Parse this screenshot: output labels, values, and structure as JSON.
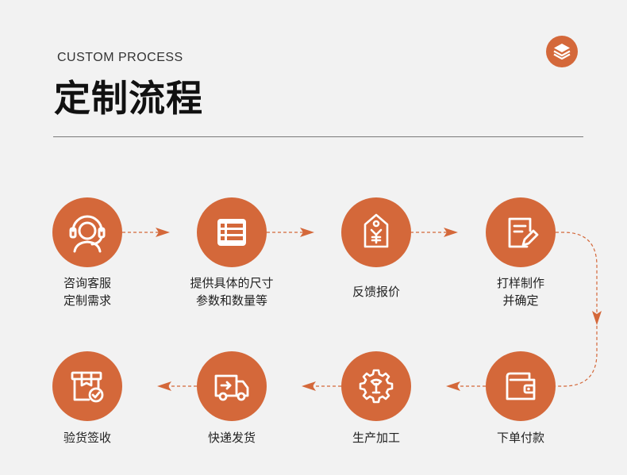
{
  "header": {
    "subtitle": "CUSTOM PROCESS",
    "title": "定制流程",
    "badge_icon": "layers-icon"
  },
  "colors": {
    "accent": "#d4683a",
    "background": "#f2f2f2",
    "icon_stroke": "#ffffff",
    "connector": "#d4683a"
  },
  "steps": [
    {
      "line1": "咨询客服",
      "line2": "定制需求",
      "icon": "customer-service-icon"
    },
    {
      "line1": "提供具体的尺寸",
      "line2": "参数和数量等",
      "icon": "spec-list-icon"
    },
    {
      "line1": "反馈报价",
      "line2": "",
      "icon": "price-tag-icon"
    },
    {
      "line1": "打样制作",
      "line2": "并确定",
      "icon": "sample-edit-icon"
    },
    {
      "line1": "下单付款",
      "line2": "",
      "icon": "wallet-icon"
    },
    {
      "line1": "生产加工",
      "line2": "",
      "icon": "gear-wrench-icon"
    },
    {
      "line1": "快递发货",
      "line2": "",
      "icon": "delivery-truck-icon"
    },
    {
      "line1": "验货签收",
      "line2": "",
      "icon": "package-check-icon"
    }
  ]
}
